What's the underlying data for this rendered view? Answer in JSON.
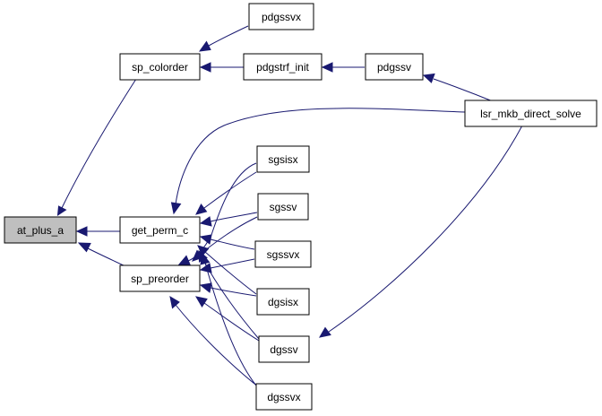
{
  "graph": {
    "colors": {
      "edge": "#191970",
      "highlight_fill": "#bfbfbf",
      "node_fill": "#ffffff",
      "border": "#000000"
    },
    "nodes": {
      "at_plus_a": {
        "label": "at_plus_a",
        "highlighted": true
      },
      "sp_colorder": {
        "label": "sp_colorder"
      },
      "get_perm_c": {
        "label": "get_perm_c"
      },
      "sp_preorder": {
        "label": "sp_preorder"
      },
      "pdgssvx": {
        "label": "pdgssvx"
      },
      "pdgstrf_init": {
        "label": "pdgstrf_init"
      },
      "pdgssv": {
        "label": "pdgssv"
      },
      "lsr_mkb_direct_solve": {
        "label": "lsr_mkb_direct_solve"
      },
      "sgsisx": {
        "label": "sgsisx"
      },
      "sgssv": {
        "label": "sgssv"
      },
      "sgssvx": {
        "label": "sgssvx"
      },
      "dgsisx": {
        "label": "dgsisx"
      },
      "dgssv": {
        "label": "dgssv"
      },
      "dgssvx": {
        "label": "dgssvx"
      }
    }
  }
}
